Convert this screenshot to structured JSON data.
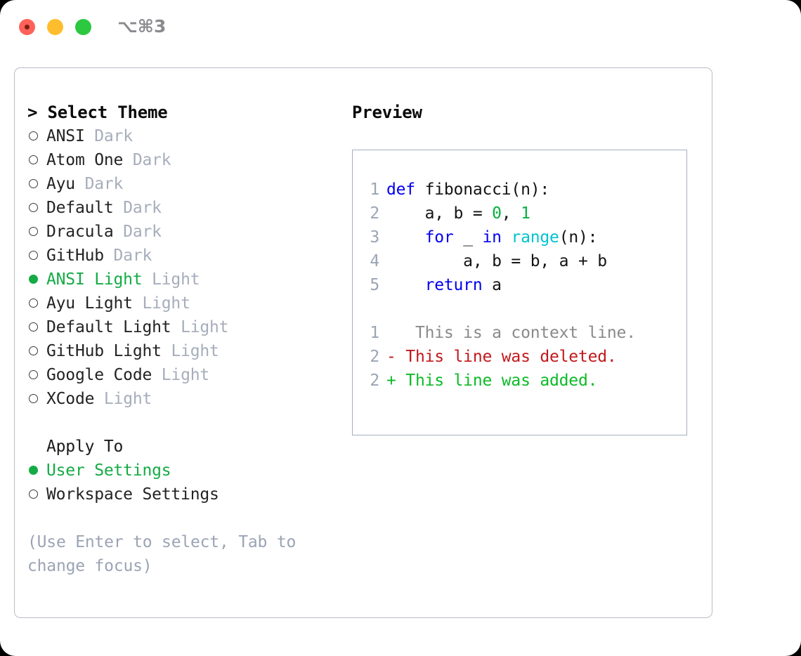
{
  "window": {
    "shortcut": "⌥⌘3",
    "traffic_lights": [
      "close-red",
      "minimize-yellow",
      "maximize-green"
    ],
    "accent_green": "#14ab45",
    "border_color": "#b9bdc5"
  },
  "theme_picker": {
    "header": "> Select Theme",
    "items": [
      {
        "marker": "○",
        "name": "ANSI",
        "kind": "Dark",
        "selected": false
      },
      {
        "marker": "○",
        "name": "Atom One",
        "kind": "Dark",
        "selected": false
      },
      {
        "marker": "○",
        "name": "Ayu",
        "kind": "Dark",
        "selected": false
      },
      {
        "marker": "○",
        "name": "Default",
        "kind": "Dark",
        "selected": false
      },
      {
        "marker": "○",
        "name": "Dracula",
        "kind": "Dark",
        "selected": false
      },
      {
        "marker": "○",
        "name": "GitHub",
        "kind": "Dark",
        "selected": false
      },
      {
        "marker": "●",
        "name": "ANSI Light",
        "kind": "Light",
        "selected": true
      },
      {
        "marker": "○",
        "name": "Ayu Light",
        "kind": "Light",
        "selected": false
      },
      {
        "marker": "○",
        "name": "Default Light",
        "kind": "Light",
        "selected": false
      },
      {
        "marker": "○",
        "name": "GitHub Light",
        "kind": "Light",
        "selected": false
      },
      {
        "marker": "○",
        "name": "Google Code",
        "kind": "Light",
        "selected": false
      },
      {
        "marker": "○",
        "name": "XCode",
        "kind": "Light",
        "selected": false
      }
    ]
  },
  "apply_to": {
    "header": "Apply To",
    "options": [
      {
        "marker": "●",
        "label": "User Settings",
        "selected": true
      },
      {
        "marker": "○",
        "label": "Workspace Settings",
        "selected": false
      }
    ]
  },
  "hint": "(Use Enter to select, Tab to change focus)",
  "preview": {
    "title": "Preview",
    "code_lines": [
      {
        "number": "1",
        "tokens": [
          {
            "text": "def",
            "type": "kw"
          },
          {
            "text": " fibonacci(n):",
            "type": "plain"
          }
        ]
      },
      {
        "number": "2",
        "tokens": [
          {
            "text": "    a, b = ",
            "type": "plain"
          },
          {
            "text": "0",
            "type": "num"
          },
          {
            "text": ", ",
            "type": "plain"
          },
          {
            "text": "1",
            "type": "num"
          }
        ]
      },
      {
        "number": "3",
        "tokens": [
          {
            "text": "    ",
            "type": "plain"
          },
          {
            "text": "for",
            "type": "kw"
          },
          {
            "text": " _ ",
            "type": "plain"
          },
          {
            "text": "in",
            "type": "kw"
          },
          {
            "text": " ",
            "type": "plain"
          },
          {
            "text": "range",
            "type": "fn"
          },
          {
            "text": "(n):",
            "type": "plain"
          }
        ]
      },
      {
        "number": "4",
        "tokens": [
          {
            "text": "        a, b = b, a + b",
            "type": "plain"
          }
        ]
      },
      {
        "number": "5",
        "tokens": [
          {
            "text": "    ",
            "type": "plain"
          },
          {
            "text": "return",
            "type": "kw"
          },
          {
            "text": " a",
            "type": "plain"
          }
        ]
      }
    ],
    "diff_lines": [
      {
        "number": "1",
        "sign": " ",
        "text": "  This is a context line.",
        "type": "context"
      },
      {
        "number": "2",
        "sign": "-",
        "text": " This line was deleted.",
        "type": "deleted"
      },
      {
        "number": "2",
        "sign": "+",
        "text": " This line was added.",
        "type": "added"
      }
    ]
  },
  "syntax_colors": {
    "keyword": "#0000ee",
    "function": "#00c3d0",
    "number": "#00b33c",
    "plain": "#141414",
    "line_number": "#9aa5b5",
    "diff_context": "#8a8a8a",
    "diff_deleted": "#c2181b",
    "diff_added": "#0cba27"
  }
}
